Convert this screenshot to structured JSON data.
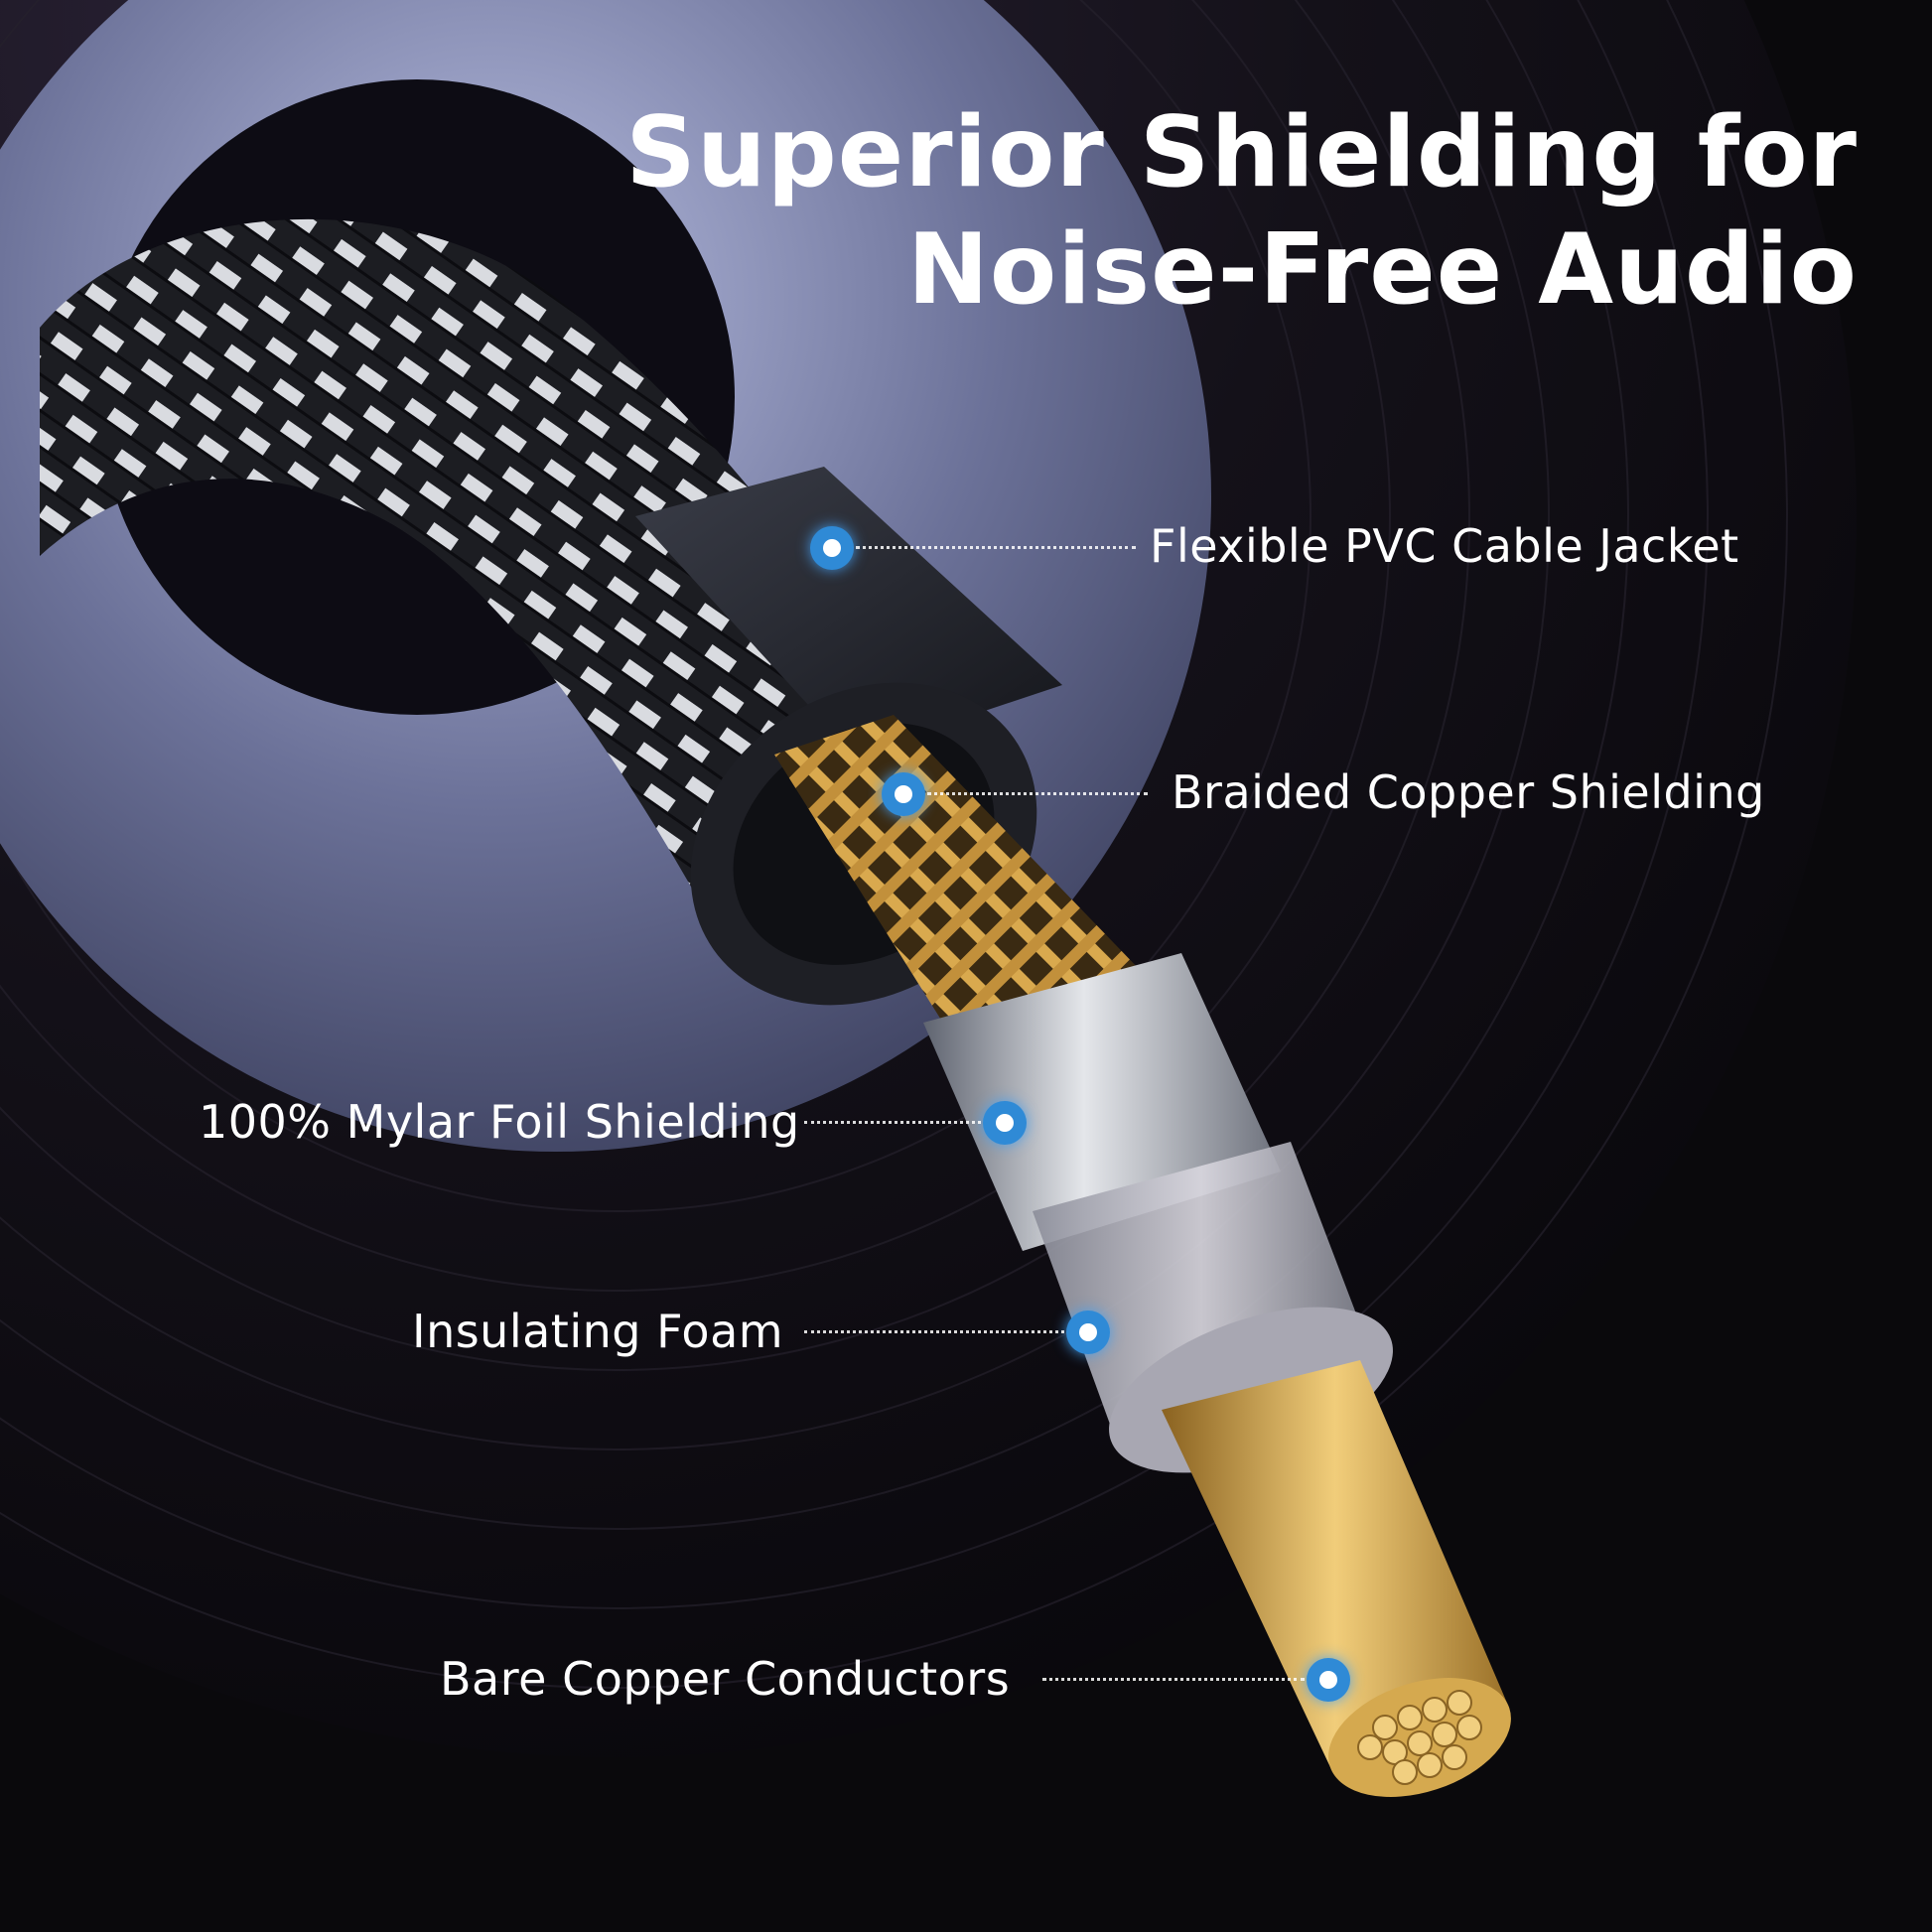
{
  "title": {
    "line1": "Superior Shielding for",
    "line2": "Noise-Free Audio"
  },
  "callouts": [
    {
      "label": "Flexible PVC Cable Jacket"
    },
    {
      "label": "Braided Copper Shielding"
    },
    {
      "label": "100% Mylar Foil Shielding"
    },
    {
      "label": "Insulating Foam"
    },
    {
      "label": "Bare Copper Conductors"
    }
  ],
  "colors": {
    "accent_dot": "#2f8ad6",
    "copper": "#c9a24c",
    "disc_label": "#8a90b8",
    "vinyl": "#0e0c12"
  }
}
